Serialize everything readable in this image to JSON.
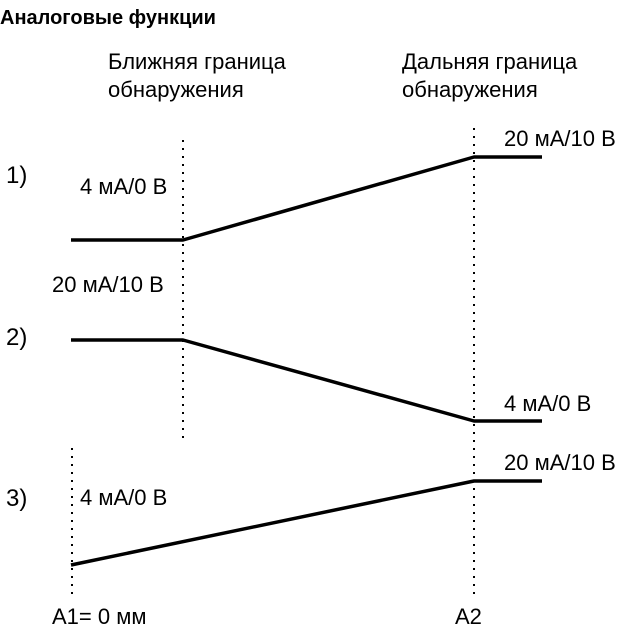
{
  "title": "Аналоговые функции",
  "near_boundary": {
    "line1": "Ближняя граница",
    "line2": "обнаружения"
  },
  "far_boundary": {
    "line1": "Дальняя граница",
    "line2": "обнаружения"
  },
  "axis": {
    "left": "A1= 0 мм",
    "right": "A2"
  },
  "curves": [
    {
      "number": "1)",
      "label_low": "4 мА/0 В",
      "label_high": "20 мА/10 В"
    },
    {
      "number": "2)",
      "label_high": "20 мА/10 В",
      "label_low": "4 мА/0 В"
    },
    {
      "number": "3)",
      "label_low": "4 мА/0 В",
      "label_high": "20 мА/10 В"
    }
  ]
}
